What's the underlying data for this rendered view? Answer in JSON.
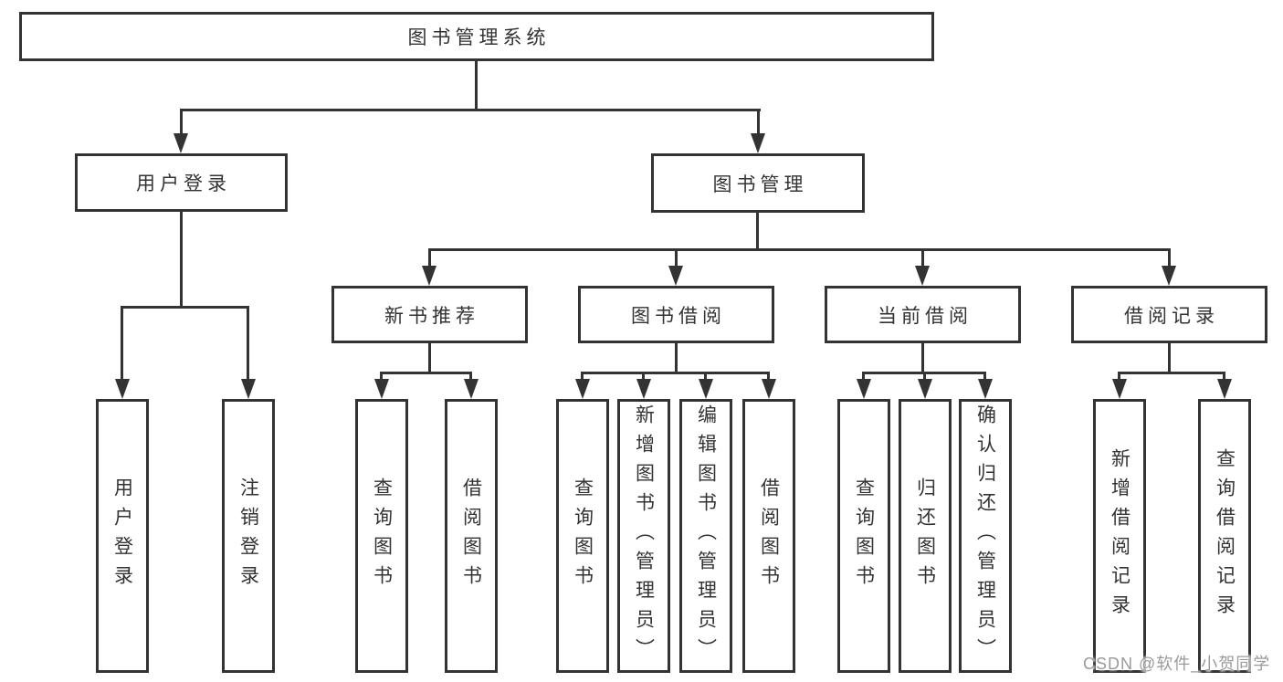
{
  "diagram": {
    "root": {
      "label": "图书管理系统"
    },
    "level2": [
      {
        "label": "用户登录"
      },
      {
        "label": "图书管理"
      }
    ],
    "level3": [
      {
        "label": "新书推荐"
      },
      {
        "label": "图书借阅"
      },
      {
        "label": "当前借阅"
      },
      {
        "label": "借阅记录"
      }
    ],
    "leaves": {
      "user_login": [
        "用户登录",
        "注销登录"
      ],
      "new_books": [
        "查询图书",
        "借阅图书"
      ],
      "borrow": [
        "查询图书",
        "新增图书（管理员）",
        "编辑图书（管理员）",
        "借阅图书"
      ],
      "current": [
        "查询图书",
        "归还图书",
        "确认归还（管理员）"
      ],
      "records": [
        "新增借阅记录",
        "查询借阅记录"
      ]
    }
  },
  "watermark": "CSDN @软件_小贺同学",
  "colors": {
    "line": "#333333",
    "text": "#333333",
    "watermark": "#9a9a9a",
    "background": "#ffffff"
  }
}
